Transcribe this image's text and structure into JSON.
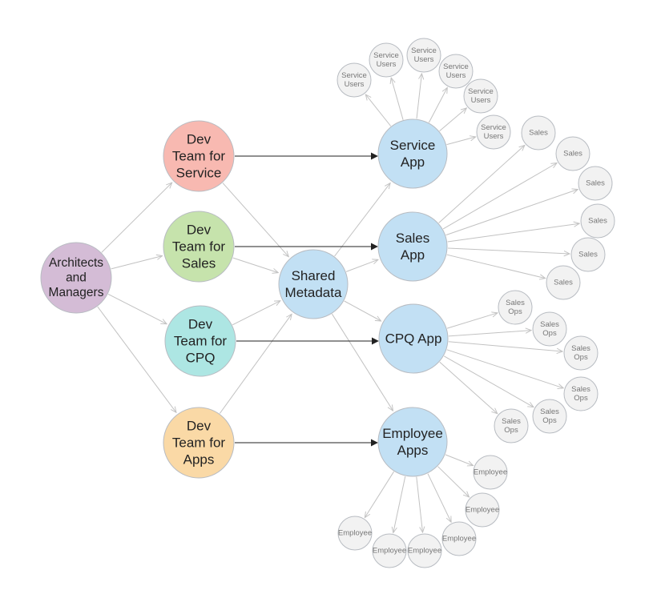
{
  "colors": {
    "architects": "#d4bcd6",
    "dev_service": "#f8b9b1",
    "dev_sales": "#c6e3ac",
    "dev_cpq": "#ade6e3",
    "dev_apps": "#fad9a6",
    "app": "#c2e0f4",
    "satellite": "#f2f2f2"
  },
  "nodes": {
    "architects": {
      "lines": [
        "Architects",
        "and",
        "Managers"
      ]
    },
    "dev_service": {
      "lines": [
        "Dev",
        "Team for",
        "Service"
      ]
    },
    "dev_sales": {
      "lines": [
        "Dev",
        "Team for",
        "Sales"
      ]
    },
    "dev_cpq": {
      "lines": [
        "Dev",
        "Team for",
        "CPQ"
      ]
    },
    "dev_apps": {
      "lines": [
        "Dev",
        "Team for",
        "Apps"
      ]
    },
    "shared": {
      "lines": [
        "Shared",
        "Metadata"
      ]
    },
    "service_app": {
      "lines": [
        "Service",
        "App"
      ]
    },
    "sales_app": {
      "lines": [
        "Sales",
        "App"
      ]
    },
    "cpq_app": {
      "lines": [
        "CPQ App"
      ]
    },
    "employee_apps": {
      "lines": [
        "Employee",
        "Apps"
      ]
    }
  },
  "satellite_groups": {
    "service_users": {
      "lines": [
        "Service",
        "Users"
      ],
      "count": 6
    },
    "sales": {
      "lines": [
        "Sales"
      ],
      "count": 6
    },
    "sales_ops": {
      "lines": [
        "Sales",
        "Ops"
      ],
      "count": 6
    },
    "employee": {
      "lines": [
        "Employee"
      ],
      "count": 6
    }
  }
}
